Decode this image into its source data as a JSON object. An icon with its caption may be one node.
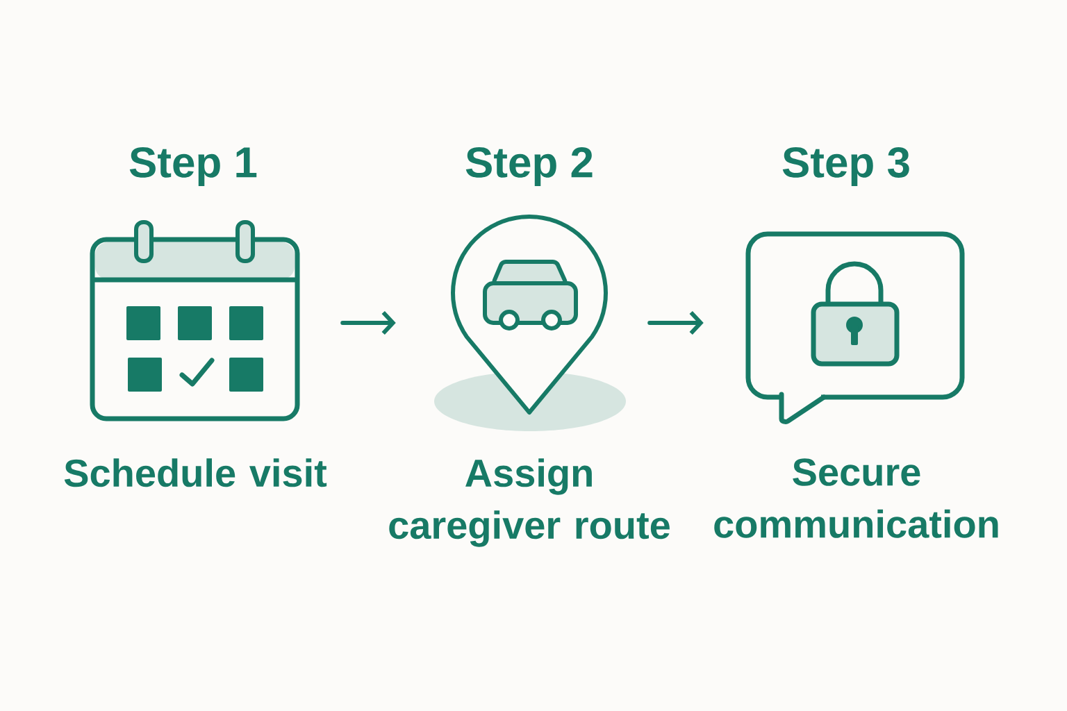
{
  "diagram": {
    "nodes": [
      {
        "text": [
          "Step 1",
          "Schedule visit"
        ]
      },
      {
        "text": [
          "Step 2",
          "Assign caregiver route"
        ]
      },
      {
        "text": [
          "Step 3",
          "Secure communication"
        ]
      }
    ],
    "edges": [
      {
        "from": 0,
        "to": 1,
        "arrow": "to"
      },
      {
        "from": 1,
        "to": 2,
        "arrow": "to"
      }
    ]
  }
}
